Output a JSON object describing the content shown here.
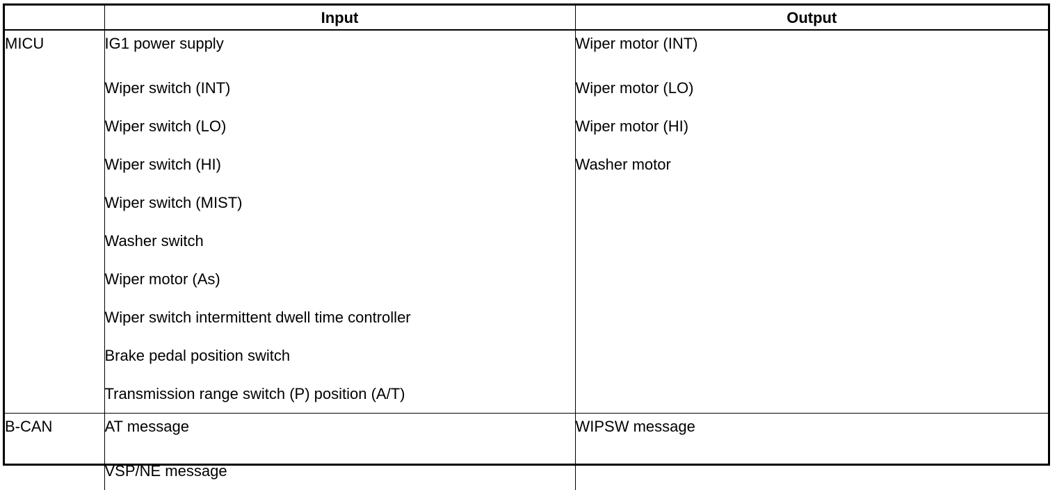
{
  "table": {
    "headers": {
      "system": "",
      "input": "Input",
      "output": "Output"
    },
    "rows": [
      {
        "system": "MICU",
        "inputs": [
          "IG1 power supply",
          "Wiper switch (INT)",
          "Wiper switch (LO)",
          "Wiper switch (HI)",
          "Wiper switch (MIST)",
          "Washer switch",
          "Wiper motor (As)",
          "Wiper switch intermittent dwell time controller",
          "Brake pedal position switch",
          "Transmission range switch (P) position (A/T)"
        ],
        "outputs": [
          "Wiper motor (INT)",
          "Wiper motor (LO)",
          "Wiper motor (HI)",
          "Washer motor"
        ]
      },
      {
        "system": "B-CAN",
        "inputs": [
          "AT message",
          "VSP/NE message"
        ],
        "outputs": [
          "WIPSW message"
        ]
      }
    ]
  }
}
